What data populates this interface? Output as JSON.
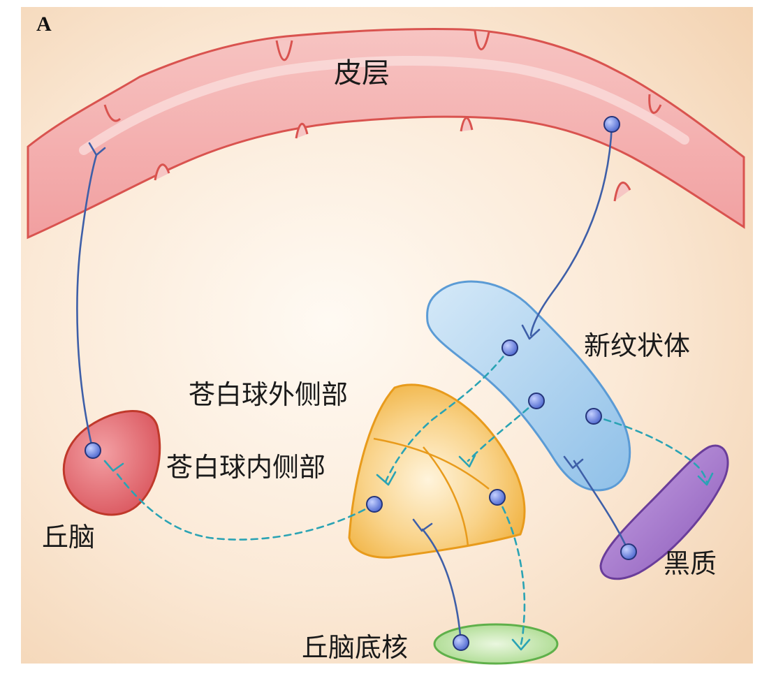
{
  "panel_label": "A",
  "regions": {
    "cortex": "皮层",
    "neostriatum": "新纹状体",
    "gp_external": "苍白球外侧部",
    "gp_internal": "苍白球内侧部",
    "thalamus": "丘脑",
    "substantia_nigra": "黑质",
    "subthalamic_nucleus": "丘脑底核"
  },
  "colors": {
    "background_light": "#fdf6ec",
    "background_warm": "#f6dcc0",
    "cortex": "#f3a9a9",
    "cortex_edge": "#d9534f",
    "striatum": "#a9cfee",
    "striatum_edge": "#5b9bd5",
    "pallidum": "#f7c56b",
    "pallidum_edge": "#e89b1c",
    "thalamus": "#e0656b",
    "thalamus_edge": "#c0392b",
    "nigra": "#9b6cc4",
    "nigra_edge": "#6a3d9a",
    "subthalamic": "#bfe3a4",
    "subthalamic_edge": "#5fb04a",
    "excitatory_path": "#3e5fa8",
    "inhibitory_path": "#2aa3b4",
    "neuron_body": "#5b76d6"
  },
  "legend_note": ""
}
